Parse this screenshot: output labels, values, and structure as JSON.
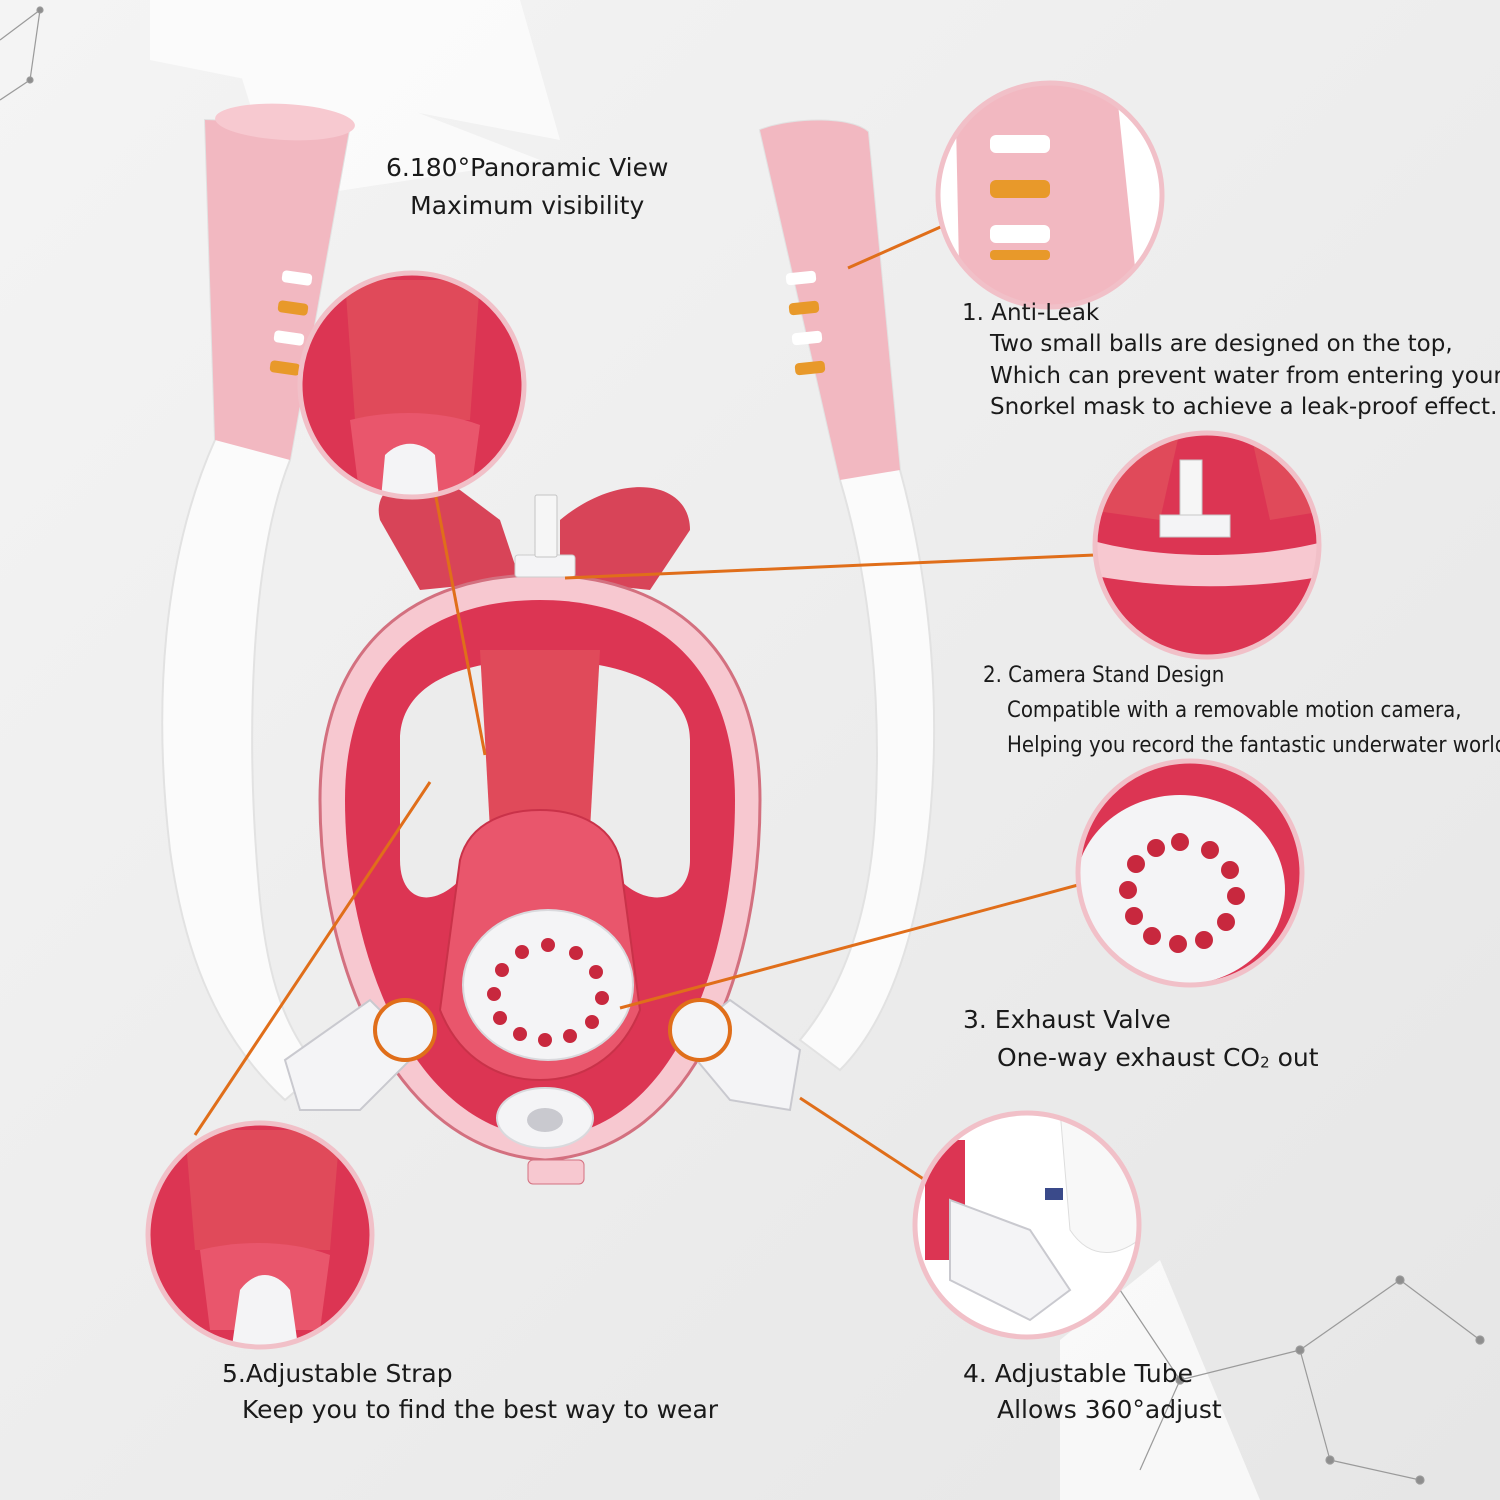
{
  "colors": {
    "background": "#eeeeee",
    "mask_red": "#dc3553",
    "strap_red": "#e04a5a",
    "tube_pink": "#f0b7c0",
    "tube_white": "#fafafa",
    "callout_line": "#e06e1a",
    "valve_white": "#f4f4f6"
  },
  "features": {
    "panoramic": {
      "title": "6.180°Panoramic View",
      "desc": "Maximum visibility"
    },
    "anti_leak": {
      "title": "1.  Anti-Leak",
      "desc_lines": [
        "Two small balls are designed on the top,",
        "Which can prevent water from entering your",
        "Snorkel mask to achieve a leak-proof effect."
      ]
    },
    "camera": {
      "title": "2. Camera Stand Design",
      "desc_lines": [
        "Compatible with a removable motion camera,",
        "Helping you record the fantastic underwater world."
      ]
    },
    "exhaust": {
      "title": "3. Exhaust Valve",
      "desc_prefix": "One-way exhaust CO",
      "desc_sub": "2",
      "desc_suffix": " out"
    },
    "tube": {
      "title": "4. Adjustable Tube",
      "desc": "Allows 360°adjust"
    },
    "strap": {
      "title": "5.Adjustable Strap",
      "desc": "Keep you to find the best way to wear"
    }
  },
  "icons": {
    "product": "full-face-snorkel-mask-icon",
    "anti_leak": "snorkel-tube-top-icon",
    "camera": "camera-mount-icon",
    "exhaust": "exhaust-valve-icon",
    "tube": "tube-joint-icon",
    "strap": "head-strap-icon"
  }
}
